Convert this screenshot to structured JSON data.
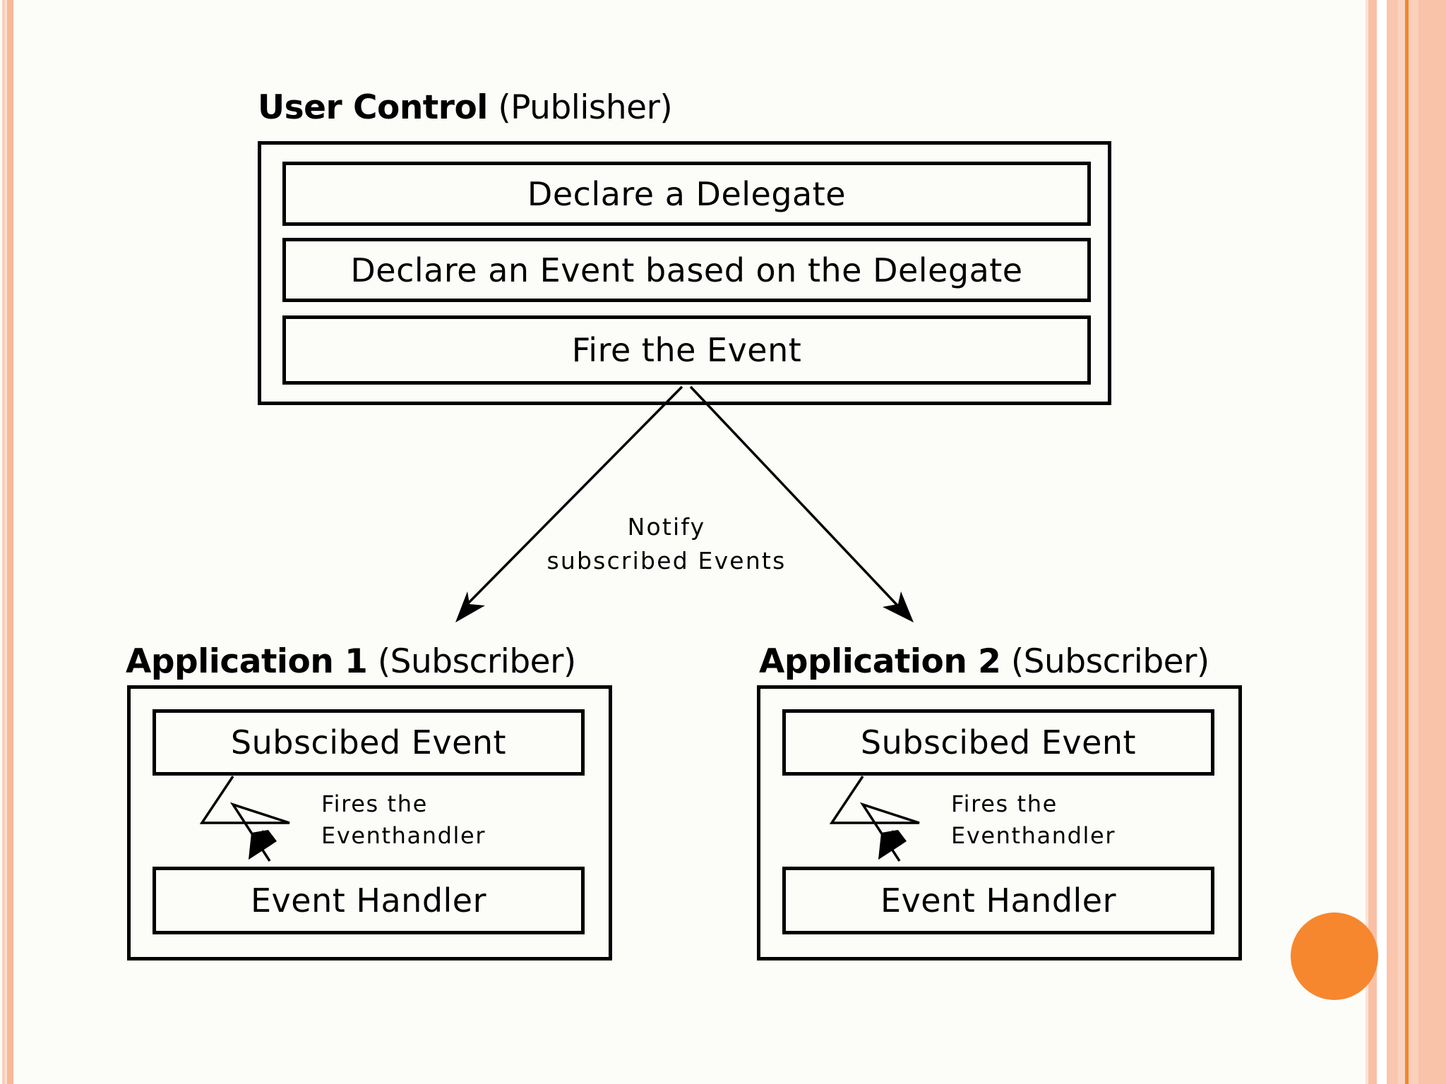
{
  "slide": {
    "background_color": "#FCFDF9",
    "accent_color": "#F6872F",
    "border_peach": "#FAB798"
  },
  "publisher": {
    "title_strong": "User Control",
    "title_light": "(Publisher)",
    "steps": [
      "Declare a Delegate",
      "Declare an Event based on the Delegate",
      "Fire the Event"
    ]
  },
  "connector": {
    "notify_line1": "Notify",
    "notify_line2": "subscribed Events"
  },
  "subscribers": [
    {
      "title_strong": "Application 1",
      "title_light": "(Subscriber)",
      "event_box": "Subscibed Event",
      "fires_line1": "Fires the",
      "fires_line2": "Eventhandler",
      "handler_box": "Event Handler"
    },
    {
      "title_strong": "Application 2",
      "title_light": "(Subscriber)",
      "event_box": "Subscibed Event",
      "fires_line1": "Fires the",
      "fires_line2": "Eventhandler",
      "handler_box": "Event Handler"
    }
  ]
}
